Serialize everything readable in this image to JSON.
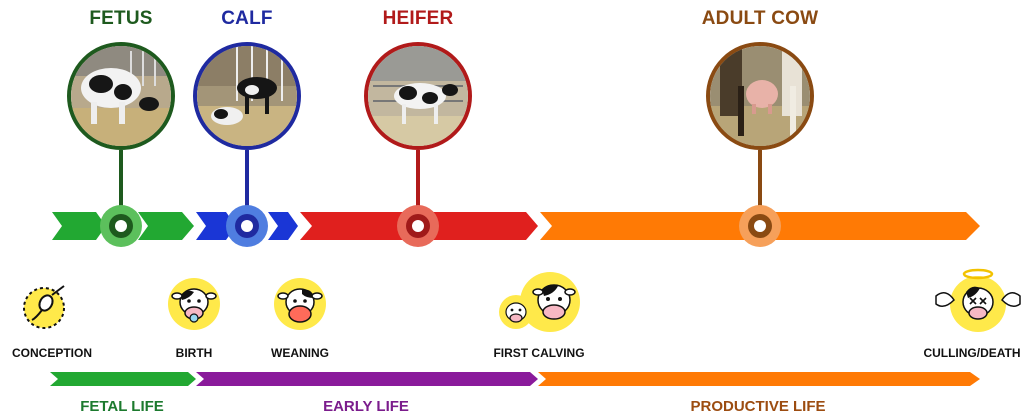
{
  "stages": {
    "fetus": {
      "title": "FETUS",
      "color": "#1e5a1e"
    },
    "calf": {
      "title": "CALF",
      "color": "#1f2aa0"
    },
    "heifer": {
      "title": "HEIFER",
      "color": "#b11a1a"
    },
    "adult_cow": {
      "title": "ADULT COW",
      "color": "#8a4a12"
    }
  },
  "events": {
    "conception": "CONCEPTION",
    "birth": "BIRTH",
    "weaning": "WEANING",
    "first_calving": "FIRST CALVING",
    "culling_death": "CULLING/DEATH"
  },
  "phases": {
    "fetal_life": {
      "label": "FETAL LIFE",
      "color": "#1c7a2e"
    },
    "early_life": {
      "label": "EARLY LIFE",
      "color": "#7b1c8c"
    },
    "productive_life": {
      "label": "PRODUCTIVE LIFE",
      "color": "#9c4c10"
    }
  },
  "colors": {
    "green": "#22a832",
    "blue": "#1a36d6",
    "red": "#e0201e",
    "orange": "#ff7a05",
    "purple": "#8a1a9b",
    "icon_yellow": "#ffe94a"
  }
}
